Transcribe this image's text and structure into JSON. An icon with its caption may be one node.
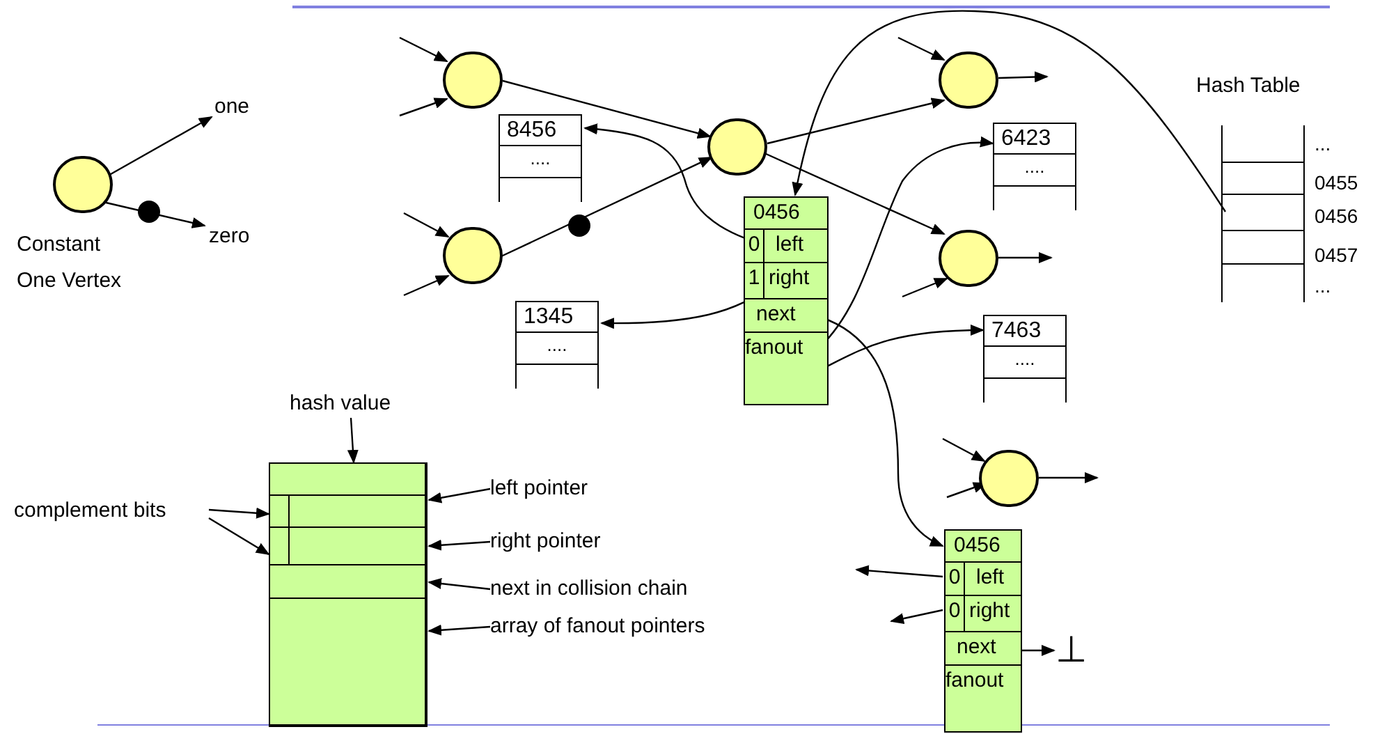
{
  "diagram": {
    "nodes": [
      {
        "text": [],
        "shape": "circle",
        "beside": [
          "Constant One Vertex"
        ]
      },
      {
        "text": [
          "one"
        ]
      },
      {
        "text": [
          "zero"
        ]
      },
      {
        "text": [],
        "shape": "circle"
      },
      {
        "text": [],
        "shape": "circle"
      },
      {
        "text": [],
        "shape": "circle"
      },
      {
        "text": [],
        "shape": "circle"
      },
      {
        "text": [],
        "shape": "circle"
      },
      {
        "text": [
          "8456",
          "...."
        ]
      },
      {
        "text": [
          "1345",
          "...."
        ]
      },
      {
        "text": [
          "6423",
          "...."
        ]
      },
      {
        "text": [
          "7463",
          "...."
        ]
      },
      {
        "text": [
          "0456",
          "0",
          "left",
          "1",
          "right",
          "next",
          "fanout"
        ]
      },
      {
        "text": [
          "Hash Table",
          "...",
          "0455",
          "0456",
          "0457",
          "..."
        ]
      },
      {
        "text": [],
        "shape": "circle"
      },
      {
        "text": [
          "0456",
          "0",
          "left",
          "0",
          "right",
          "next",
          "fanout"
        ]
      },
      {
        "text": [
          "⊥"
        ]
      },
      {
        "text": [
          "hash value"
        ]
      },
      {
        "text": [
          "complement bits"
        ]
      },
      {
        "text": [],
        "shape": "box"
      },
      {
        "text": [],
        "shape": "box",
        "in": 19
      },
      {
        "text": [],
        "shape": "box",
        "in": 19
      },
      {
        "text": [],
        "shape": "box",
        "in": 19
      },
      {
        "text": [],
        "shape": "box",
        "in": 19
      },
      {
        "text": [],
        "shape": "box",
        "in": 19
      },
      {
        "text": [],
        "shape": "box",
        "in": 19
      },
      {
        "text": [],
        "shape": "box",
        "in": 19
      },
      {
        "text": [
          "left pointer"
        ]
      },
      {
        "text": [
          "right pointer"
        ]
      },
      {
        "text": [
          "next in collision chain"
        ]
      },
      {
        "text": [
          "array of fanout pointers"
        ]
      }
    ],
    "edges": [
      {
        "from": 0,
        "to": 1,
        "arrow": "to"
      },
      {
        "from": 0,
        "to": 2,
        "arrow": "to"
      },
      {
        "from": null,
        "to": 3,
        "arrow": "to"
      },
      {
        "from": null,
        "to": 3,
        "arrow": "to"
      },
      {
        "from": null,
        "to": 4,
        "arrow": "to"
      },
      {
        "from": null,
        "to": 4,
        "arrow": "to"
      },
      {
        "from": 3,
        "to": 5,
        "arrow": "to"
      },
      {
        "from": 4,
        "to": 5,
        "arrow": "to"
      },
      {
        "from": 5,
        "to": 6,
        "arrow": "to"
      },
      {
        "from": 5,
        "to": 7,
        "arrow": "to"
      },
      {
        "from": null,
        "to": 6,
        "arrow": "to"
      },
      {
        "from": 6,
        "to": null,
        "arrow": "to"
      },
      {
        "from": null,
        "to": 7,
        "arrow": "to"
      },
      {
        "from": 7,
        "to": null,
        "arrow": "to"
      },
      {
        "from": 12,
        "to": 8,
        "arrow": "to"
      },
      {
        "from": 12,
        "to": 9,
        "arrow": "to"
      },
      {
        "from": 12,
        "to": 10,
        "arrow": "to"
      },
      {
        "from": 12,
        "to": 11,
        "arrow": "to"
      },
      {
        "from": 13,
        "to": 12,
        "arrow": "to"
      },
      {
        "from": 12,
        "to": 15,
        "arrow": "to"
      },
      {
        "from": null,
        "to": 14,
        "arrow": "to"
      },
      {
        "from": null,
        "to": 14,
        "arrow": "to"
      },
      {
        "from": 14,
        "to": null,
        "arrow": "to"
      },
      {
        "from": 15,
        "to": null,
        "arrow": "to"
      },
      {
        "from": 15,
        "to": null,
        "arrow": "to"
      },
      {
        "from": 15,
        "to": 16,
        "arrow": "to"
      },
      {
        "from": 17,
        "to": 20,
        "arrow": "to"
      },
      {
        "from": 18,
        "to": 21,
        "arrow": "to"
      },
      {
        "from": 18,
        "to": 23,
        "arrow": "to"
      },
      {
        "from": 27,
        "to": 22,
        "arrow": "to"
      },
      {
        "from": 28,
        "to": 24,
        "arrow": "to"
      },
      {
        "from": 29,
        "to": 25,
        "arrow": "to"
      },
      {
        "from": 30,
        "to": 26,
        "arrow": "to"
      }
    ]
  }
}
